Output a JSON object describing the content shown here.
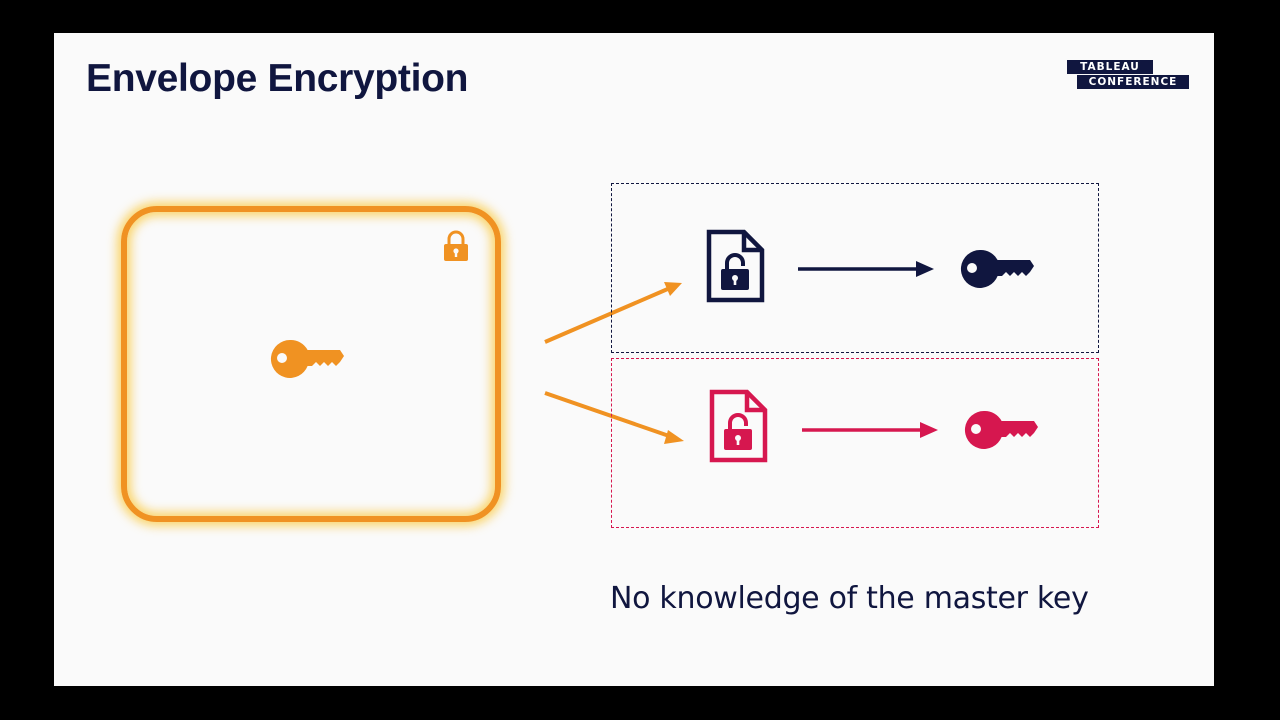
{
  "slide": {
    "title": "Envelope Encryption",
    "logo_line1": "TABLEAU",
    "logo_line2": "CONFERENCE",
    "caption": "No knowledge of the master key"
  },
  "colors": {
    "navy": "#10163f",
    "orange": "#f09222",
    "crimson": "#d6174f",
    "glow": "#fac83c"
  },
  "icons": {
    "master_lock": "lock-icon",
    "master_key": "key-icon",
    "encrypted_document": "locked-document-icon",
    "data_key": "key-icon"
  }
}
